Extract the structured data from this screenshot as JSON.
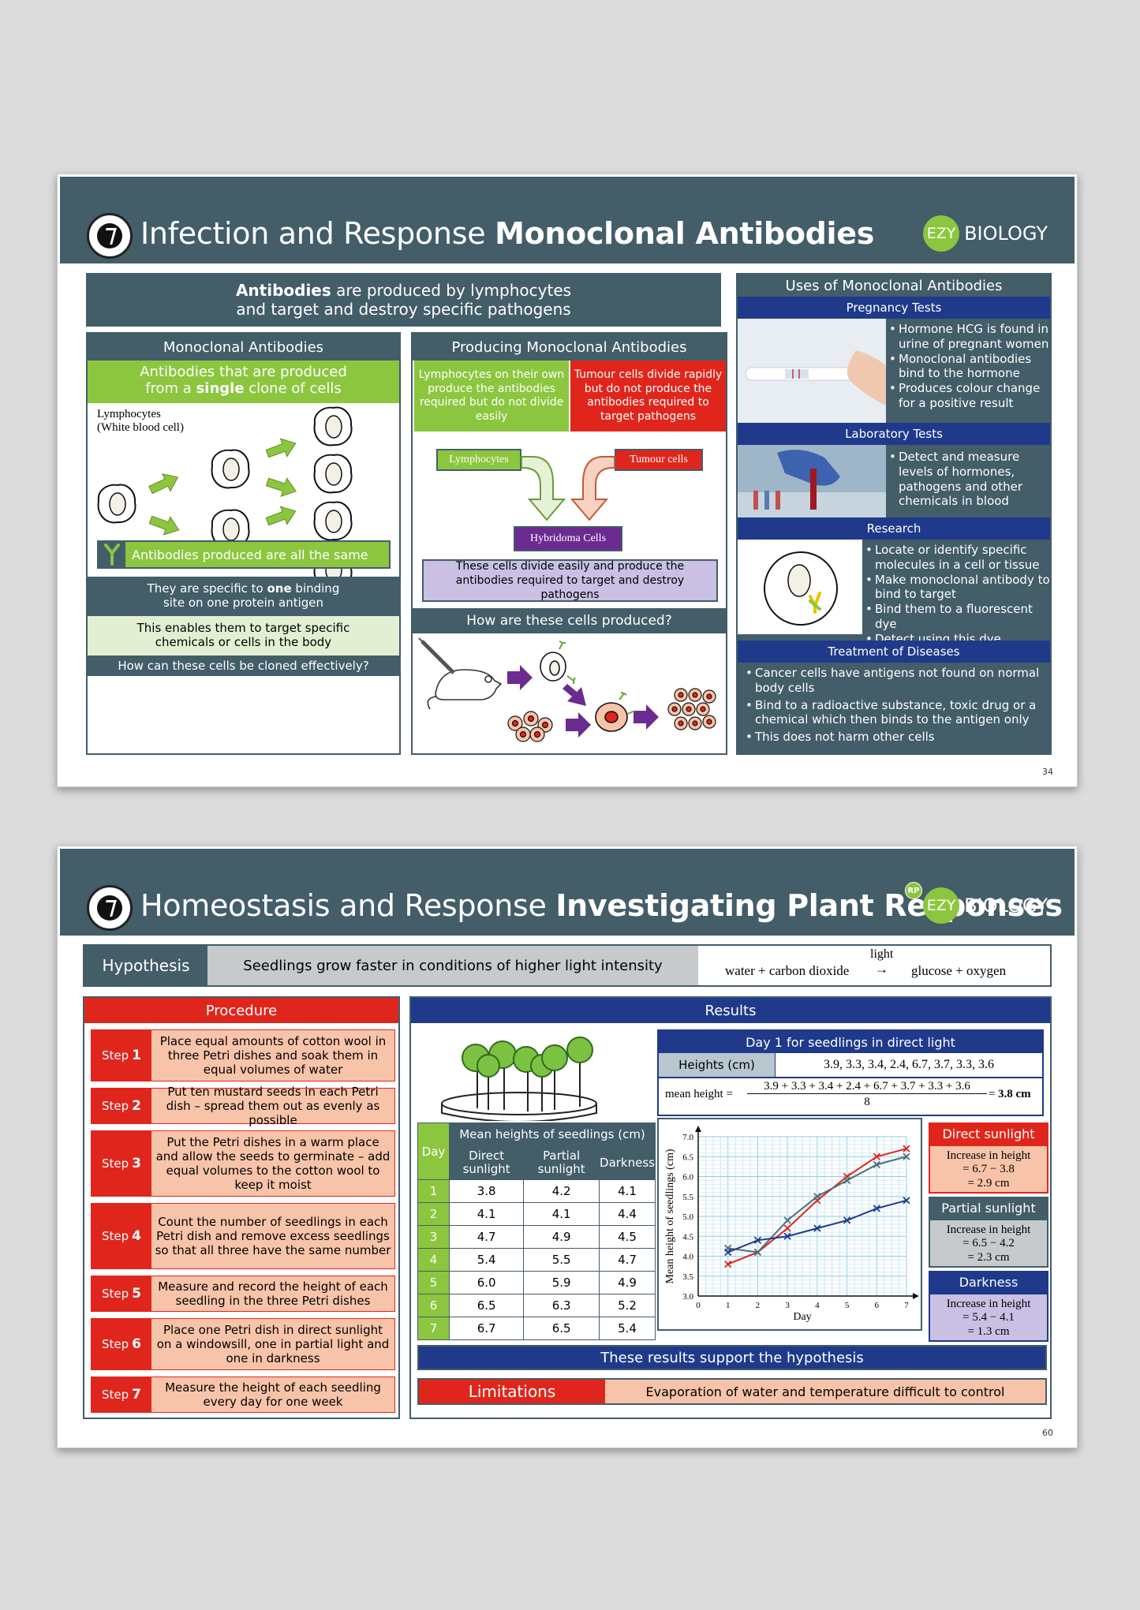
{
  "slide1": {
    "title_light": "Infection and Response",
    "title_bold": "Monoclonal Antibodies",
    "brand_ezy": "EZY",
    "brand_name": "BIOLOGY",
    "page": "34",
    "banner_bold": "Antibodies",
    "banner_rest": " are produced by lymphocytes",
    "banner_line2": "and target and destroy specific pathogens",
    "mono": {
      "heading": "Monoclonal Antibodies",
      "sub_pre": "Antibodies that are produced",
      "sub_pre2": "from a ",
      "sub_bold": "single",
      "sub_post": " clone of cells",
      "diagram_label1": "Lymphocytes",
      "diagram_label2": "(White blood cell)",
      "same": "Antibodies produced are all the same",
      "specific_pre": "They are specific to ",
      "specific_bold": "one",
      "specific_post": " binding",
      "specific_line2": "site on one protein antigen",
      "enables": "This enables them to target specific",
      "enables2": "chemicals or cells in the body",
      "question": "How can these cells be cloned effectively?"
    },
    "producing": {
      "heading": "Producing Monoclonal Antibodies",
      "lymph_text": "Lymphocytes on their own produce the antibodies required but do not divide easily",
      "tumour_text": "Tumour cells divide rapidly but do not produce the antibodies required to target pathogens",
      "lymph_label": "Lymphocytes",
      "tumour_label": "Tumour cells",
      "hybridoma": "Hybridoma Cells",
      "hyb_text": "These cells divide easily and produce the antibodies required to target and destroy pathogens",
      "question": "How are these cells produced?"
    },
    "uses": {
      "heading": "Uses of Monoclonal Antibodies",
      "pregnancy": "Pregnancy Tests",
      "pregnancy_items": [
        "Hormone HCG is found in urine of pregnant women",
        "Monoclonal antibodies bind to the hormone",
        "Produces colour change for a positive result"
      ],
      "lab": "Laboratory Tests",
      "lab_items": [
        "Detect and measure levels of hormones, pathogens and other chemicals in blood"
      ],
      "research": "Research",
      "research_items": [
        "Locate or identify specific molecules in a cell or tissue",
        "Make monoclonal antibody to bind to target",
        "Bind them to a fluorescent dye",
        "Detect using this dye"
      ],
      "treatment": "Treatment of Diseases",
      "treatment_items": [
        "Cancer cells have antigens not found on normal body cells",
        "Bind to a radioactive substance, toxic drug or a chemical which then binds to the antigen only",
        "This does not harm other cells"
      ]
    }
  },
  "slide2": {
    "title_light": "Homeostasis and Response",
    "title_bold": "Investigating Plant Responses",
    "rp": "RP",
    "brand_ezy": "EZY",
    "brand_name": "BIOLOGY",
    "page": "60",
    "hyp_label": "Hypothesis",
    "hyp_text": "Seedlings grow faster in conditions of higher light intensity",
    "eq_light": "light",
    "eq_left": "water + carbon dioxide",
    "eq_arrow": "→",
    "eq_right": "glucose + oxygen",
    "procedure": "Procedure",
    "step_word": "Step",
    "steps": [
      {
        "n": "1",
        "text": "Place equal amounts of cotton wool in three Petri dishes and soak them in equal volumes of water"
      },
      {
        "n": "2",
        "text": "Put ten mustard seeds in each Petri dish – spread them out as evenly as possible"
      },
      {
        "n": "3",
        "text": "Put the Petri dishes in a warm place and allow the seeds to germinate – add equal volumes to the cotton wool to keep it moist"
      },
      {
        "n": "4",
        "text": "Count the number of seedlings in each Petri dish and remove excess seedlings so that all three have the same number"
      },
      {
        "n": "5",
        "text": "Measure and record the height of each seedling in the three Petri dishes"
      },
      {
        "n": "6",
        "text": "Place one Petri dish in direct sunlight on a windowsill, one in partial light and one in darkness"
      },
      {
        "n": "7",
        "text": "Measure the height of each seedling every day for one week"
      }
    ],
    "results": "Results",
    "day1_title": "Day 1 for seedlings in direct light",
    "heights_label": "Heights (cm)",
    "heights_values": "3.9, 3.3, 3.4, 2.4, 6.7, 3.7, 3.3, 3.6",
    "mean_label": "mean height =",
    "mean_num": "3.9 + 3.3 + 3.4 + 2.4 + 6.7 + 3.7 + 3.3 + 3.6",
    "mean_den": "8",
    "mean_eq": "=",
    "mean_result": "3.8 cm",
    "table": {
      "day": "Day",
      "group": "Mean heights of seedlings (cm)",
      "cols": [
        "Direct sunlight",
        "Partial sunlight",
        "Darkness"
      ],
      "rows": [
        [
          "1",
          "3.8",
          "4.2",
          "4.1"
        ],
        [
          "2",
          "4.1",
          "4.1",
          "4.4"
        ],
        [
          "3",
          "4.7",
          "4.9",
          "4.5"
        ],
        [
          "4",
          "5.4",
          "5.5",
          "4.7"
        ],
        [
          "5",
          "6.0",
          "5.9",
          "4.9"
        ],
        [
          "6",
          "6.5",
          "6.3",
          "5.2"
        ],
        [
          "7",
          "6.7",
          "6.5",
          "5.4"
        ]
      ]
    },
    "direct": {
      "label": "Direct sunlight",
      "l1": "Increase in height",
      "l2": "= 6.7 − 3.8",
      "l3": "= 2.9 cm"
    },
    "partial": {
      "label": "Partial sunlight",
      "l1": "Increase in height",
      "l2": "= 6.5 − 4.2",
      "l3": "= 2.3 cm"
    },
    "dark": {
      "label": "Darkness",
      "l1": "Increase in height",
      "l2": "= 5.4 − 4.1",
      "l3": "= 1.3 cm"
    },
    "support": "These results support the hypothesis",
    "limitations": "Limitations",
    "limit_text": "Evaporation of water and temperature difficult to control",
    "colors": {
      "red": "#e0261c",
      "navy": "#1f3a8a",
      "slate": "#435d69",
      "green": "#8cc63f",
      "pink": "#f8c4a9"
    }
  },
  "chart_data": {
    "type": "line",
    "xlabel": "Day",
    "ylabel": "Mean height of seedlings (cm)",
    "x": [
      1,
      2,
      3,
      4,
      5,
      6,
      7
    ],
    "xlim": [
      0,
      7
    ],
    "ylim": [
      3.0,
      7.0
    ],
    "x_ticks": [
      "0",
      "1",
      "2",
      "3",
      "4",
      "5",
      "6",
      "7"
    ],
    "y_ticks": [
      "3.0",
      "3.5",
      "4.0",
      "4.5",
      "5.0",
      "5.5",
      "6.0",
      "6.5",
      "7.0"
    ],
    "grid": true,
    "series": [
      {
        "values": [
          3.8,
          4.1,
          4.7,
          5.4,
          6.0,
          6.5,
          6.7
        ],
        "color": "#e0261c"
      },
      {
        "values": [
          4.2,
          4.1,
          4.9,
          5.5,
          5.9,
          6.3,
          6.5
        ],
        "color": "#4e6d7a"
      },
      {
        "values": [
          4.1,
          4.4,
          4.5,
          4.7,
          4.9,
          5.2,
          5.4
        ],
        "color": "#1f3a8a"
      }
    ]
  }
}
